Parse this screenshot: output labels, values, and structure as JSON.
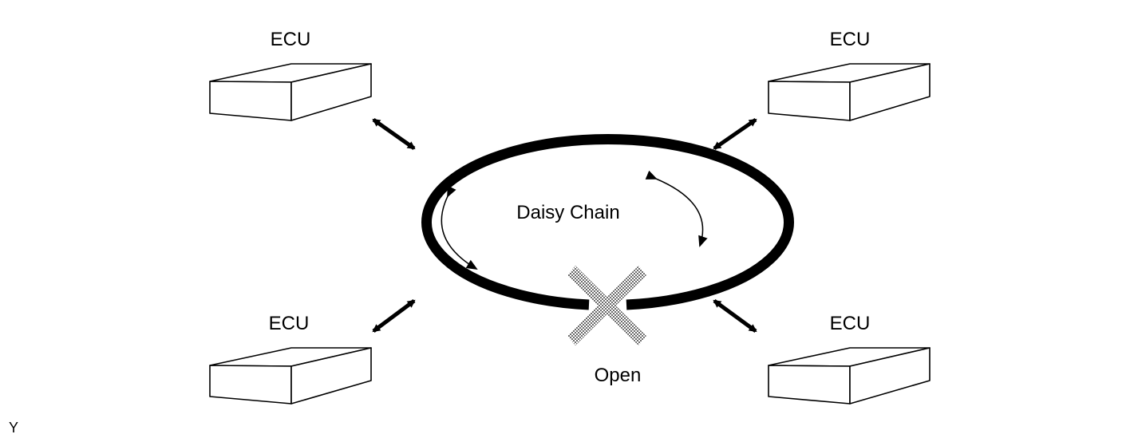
{
  "diagram": {
    "ecu_labels": [
      "ECU",
      "ECU",
      "ECU",
      "ECU"
    ],
    "ring_label": "Daisy Chain",
    "break_label": "Open",
    "corner_mark": "Y"
  },
  "colors": {
    "line": "#000000",
    "box_fill": "#ffffff",
    "break_mark": "#9a9a9a"
  }
}
